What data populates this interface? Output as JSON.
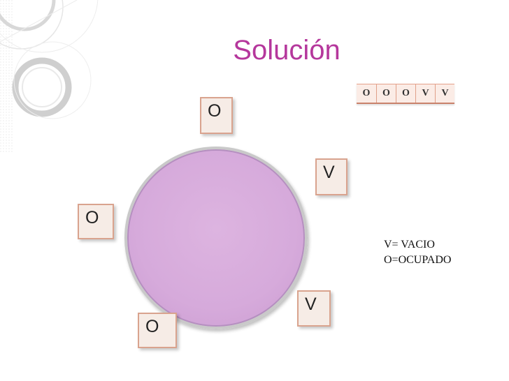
{
  "title": "Solución",
  "state_strip": [
    "O",
    "O",
    "O",
    "V",
    "V"
  ],
  "seats": {
    "top": "O",
    "right_upper": "V",
    "left": "O",
    "right_lower": "V",
    "bottom_left": "O"
  },
  "legend": {
    "vacio": "V= VACIO",
    "ocupado": "O=OCUPADO"
  },
  "colors": {
    "title": "#b5379c",
    "circle_fill": "#d6aadb",
    "box_fill": "#f6ece6",
    "box_border": "#d9a38e"
  }
}
